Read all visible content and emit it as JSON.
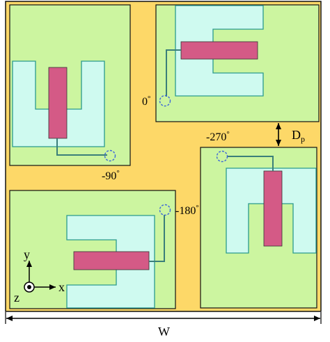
{
  "colors": {
    "substrate": "#FDD868",
    "patch": "#CCF5A0",
    "slot": "#CFFAF0",
    "slot_edge": "#2A9A8E",
    "feed_stub": "#D45A86",
    "feed_line": "#3A7F7A",
    "port": "#3C66D8",
    "outline": "#111111"
  },
  "phase_labels": {
    "top_right": "0",
    "top_left": "-90",
    "bottom_left": "-180",
    "bottom_right": "-270"
  },
  "degree_symbol": "°",
  "spacing_label_main": "D",
  "spacing_label_sub": "p",
  "width_label": "W",
  "axes": {
    "y": "y",
    "x": "x",
    "z": "z"
  }
}
